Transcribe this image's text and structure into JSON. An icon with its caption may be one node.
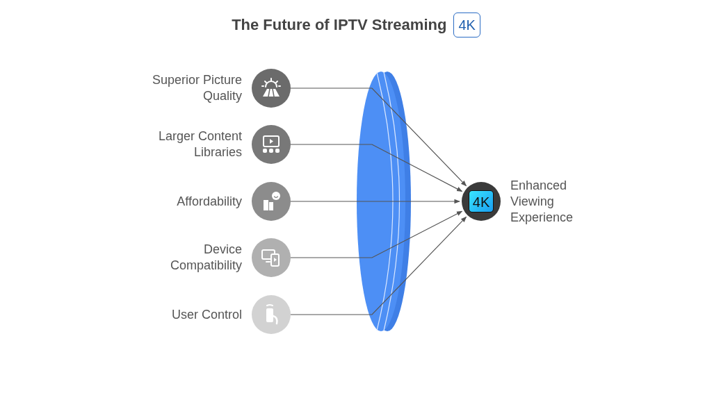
{
  "diagram": {
    "title": "The Future of IPTV Streaming",
    "nodes": [
      {
        "text": [],
        "shape": "circle",
        "beside": [
          "Superior Picture Quality"
        ]
      },
      {
        "text": [],
        "shape": "circle",
        "beside": [
          "Larger Content Libraries"
        ]
      },
      {
        "text": [],
        "shape": "circle",
        "beside": [
          "Affordability"
        ]
      },
      {
        "text": [],
        "shape": "circle",
        "beside": [
          "Device Compatibility"
        ]
      },
      {
        "text": [],
        "shape": "circle",
        "beside": [
          "User Control"
        ]
      },
      {
        "text": [
          "4K"
        ],
        "beside": [
          "Enhanced Viewing Experience"
        ]
      }
    ],
    "edges": [
      {
        "from": 0,
        "to": 5,
        "arrow": "to"
      },
      {
        "from": 1,
        "to": 5,
        "arrow": "to"
      },
      {
        "from": 2,
        "to": 5,
        "arrow": "to"
      },
      {
        "from": 3,
        "to": 5,
        "arrow": "to"
      },
      {
        "from": 4,
        "to": 5,
        "arrow": "to"
      }
    ],
    "labels": [
      "4K"
    ]
  }
}
